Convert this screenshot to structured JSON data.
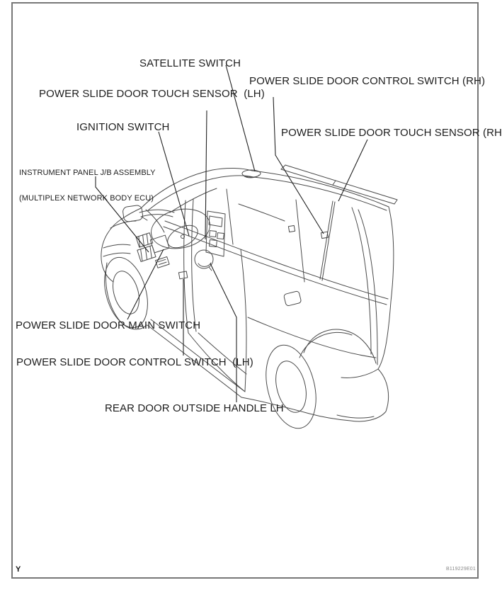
{
  "page": {
    "footer_left": "Y",
    "figure_code": "B119229E01"
  },
  "labels": {
    "satellite_switch": "SATELLITE SWITCH",
    "psd_control_switch_rh": "POWER SLIDE DOOR CONTROL SWITCH (RH)",
    "psd_touch_sensor_lh": "POWER SLIDE DOOR TOUCH SENSOR  (LH)",
    "ignition_switch": "IGNITION SWITCH",
    "psd_touch_sensor_rh": "POWER SLIDE DOOR TOUCH SENSOR (RH)",
    "jb_assembly_line1": "INSTRUMENT PANEL J/B ASSEMBLY",
    "jb_assembly_line2": "(MULTIPLEX NETWORK BODY ECU)",
    "psd_main_switch": "POWER SLIDE DOOR MAIN SWITCH",
    "psd_control_switch_lh": "POWER SLIDE DOOR CONTROL SWITCH  (LH)",
    "rear_door_outside_handle_lh": "REAR DOOR OUTSIDE HANDLE LH"
  },
  "colors": {
    "line_art": "#4a4a4a",
    "leader_line": "#222222",
    "label_text": "#1d1d1d",
    "frame_border": "#777777",
    "figure_code_text": "#8a8a8a",
    "background": "#ffffff"
  }
}
